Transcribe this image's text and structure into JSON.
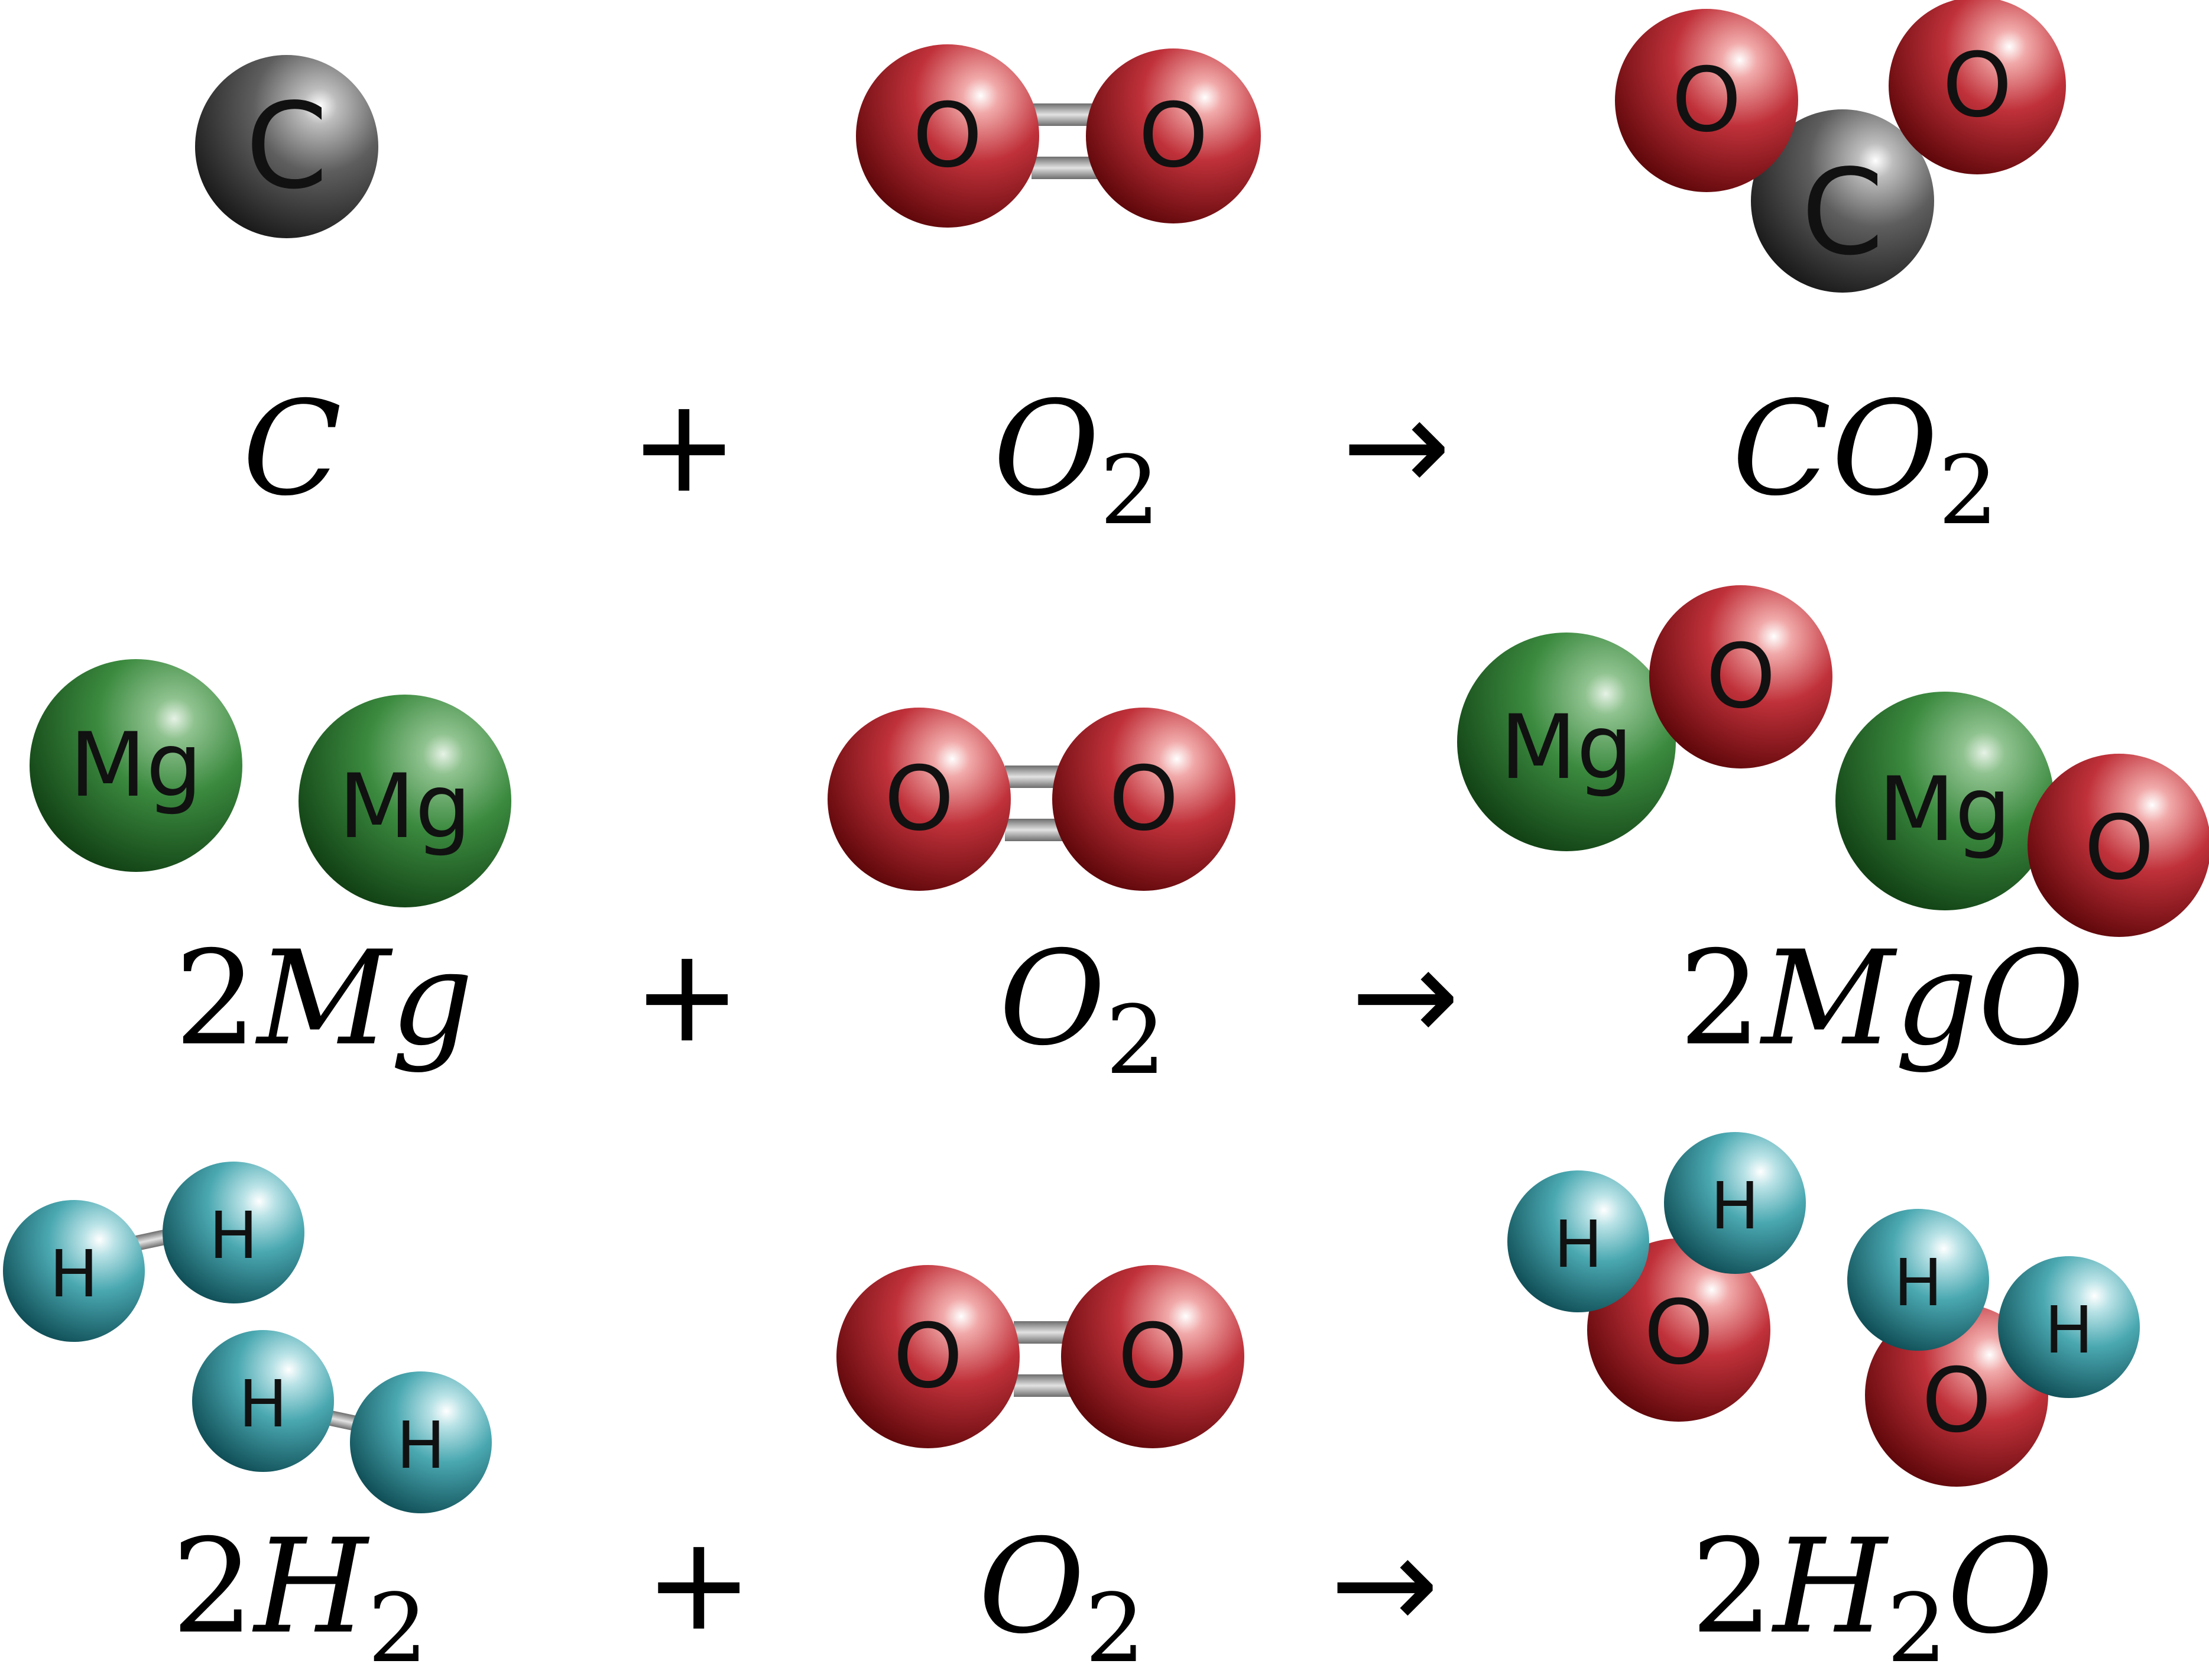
{
  "colors": {
    "oxygen": "#b8232e",
    "carbon": "#4a4a4a",
    "magnesium": "#2f7a33",
    "hydrogen": "#3b9aa4",
    "bond": "#8f8f8f",
    "text": "#000000"
  },
  "atom_labels": {
    "carbon": "C",
    "oxygen": "O",
    "magnesium": "Mg",
    "hydrogen": "H"
  },
  "reactions": [
    {
      "reactant1": {
        "coef": "",
        "main": "C",
        "sub": "",
        "tail": ""
      },
      "plus": "+",
      "reactant2": {
        "coef": "",
        "main": "O",
        "sub": "2",
        "tail": ""
      },
      "arrow": "→",
      "product": {
        "coef": "",
        "main": "CO",
        "sub": "2",
        "tail": ""
      }
    },
    {
      "reactant1": {
        "coef": "2",
        "main": "Mg",
        "sub": "",
        "tail": ""
      },
      "plus": "+",
      "reactant2": {
        "coef": "",
        "main": "O",
        "sub": "2",
        "tail": ""
      },
      "arrow": "→",
      "product": {
        "coef": "2",
        "main": "MgO",
        "sub": "",
        "tail": ""
      }
    },
    {
      "reactant1": {
        "coef": "2",
        "main": "H",
        "sub": "2",
        "tail": ""
      },
      "plus": "+",
      "reactant2": {
        "coef": "",
        "main": "O",
        "sub": "2",
        "tail": ""
      },
      "arrow": "→",
      "product": {
        "coef": "2",
        "main": "H",
        "sub": "2",
        "tail": "O"
      }
    }
  ]
}
